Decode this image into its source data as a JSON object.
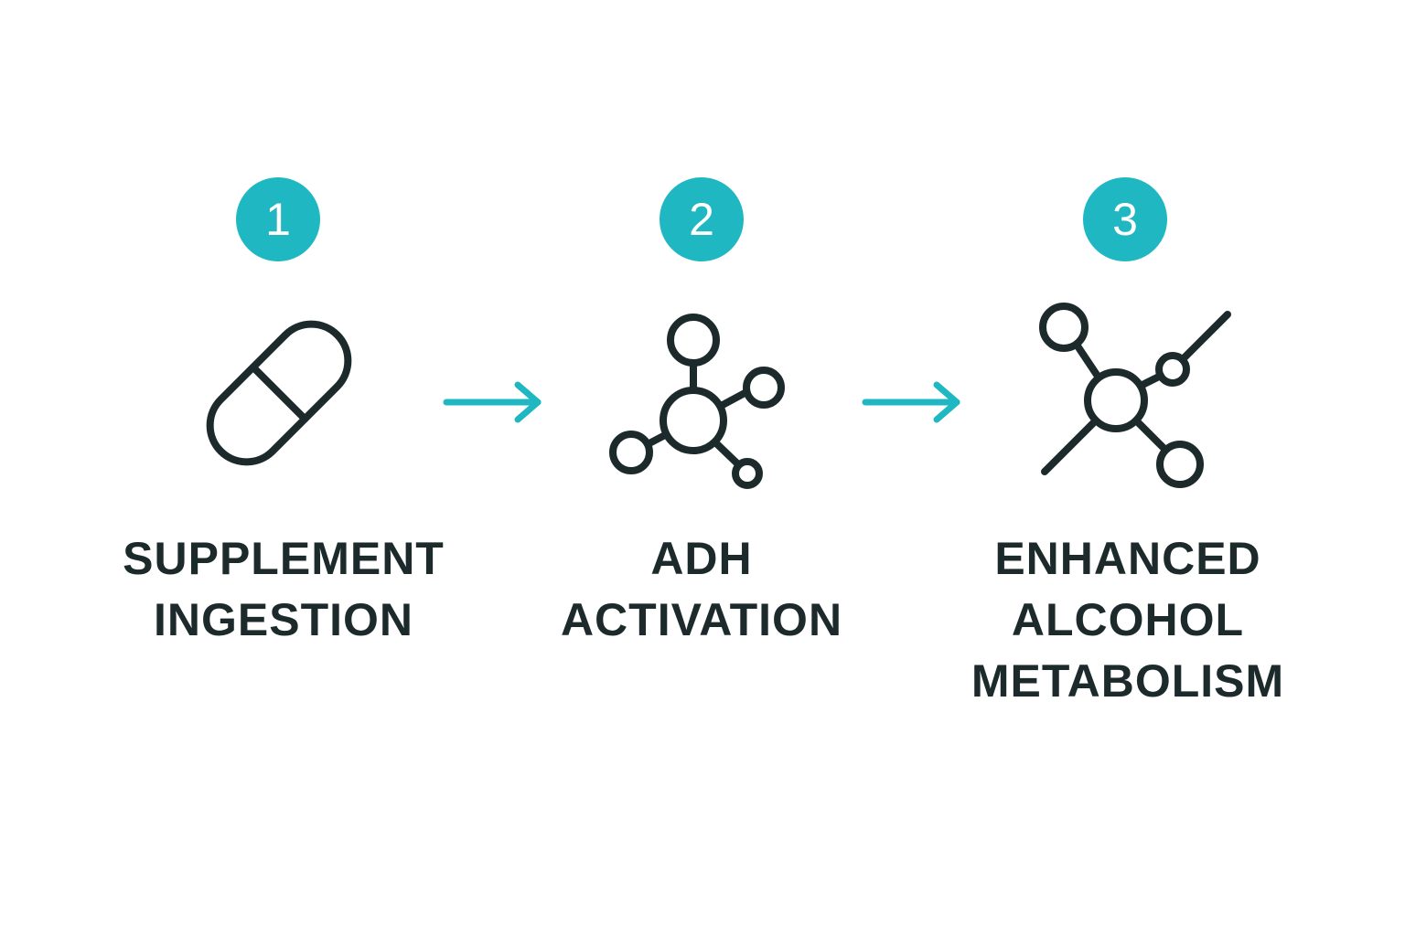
{
  "colors": {
    "accent": "#1fb7c1",
    "ink": "#1d2a2c",
    "background": "#ffffff"
  },
  "steps": [
    {
      "number": "1",
      "icon": "capsule-icon",
      "label_lines": [
        "SUPPLEMENT",
        "INGESTION"
      ]
    },
    {
      "number": "2",
      "icon": "molecule-icon",
      "label_lines": [
        "ADH",
        "ACTIVATION"
      ]
    },
    {
      "number": "3",
      "icon": "molecule-network-icon",
      "label_lines": [
        "ENHANCED",
        "ALCOHOL",
        "METABOLISM"
      ]
    }
  ],
  "connectors": [
    {
      "from": "1",
      "to": "2",
      "icon": "arrow-right-icon"
    },
    {
      "from": "2",
      "to": "3",
      "icon": "arrow-right-icon"
    }
  ]
}
